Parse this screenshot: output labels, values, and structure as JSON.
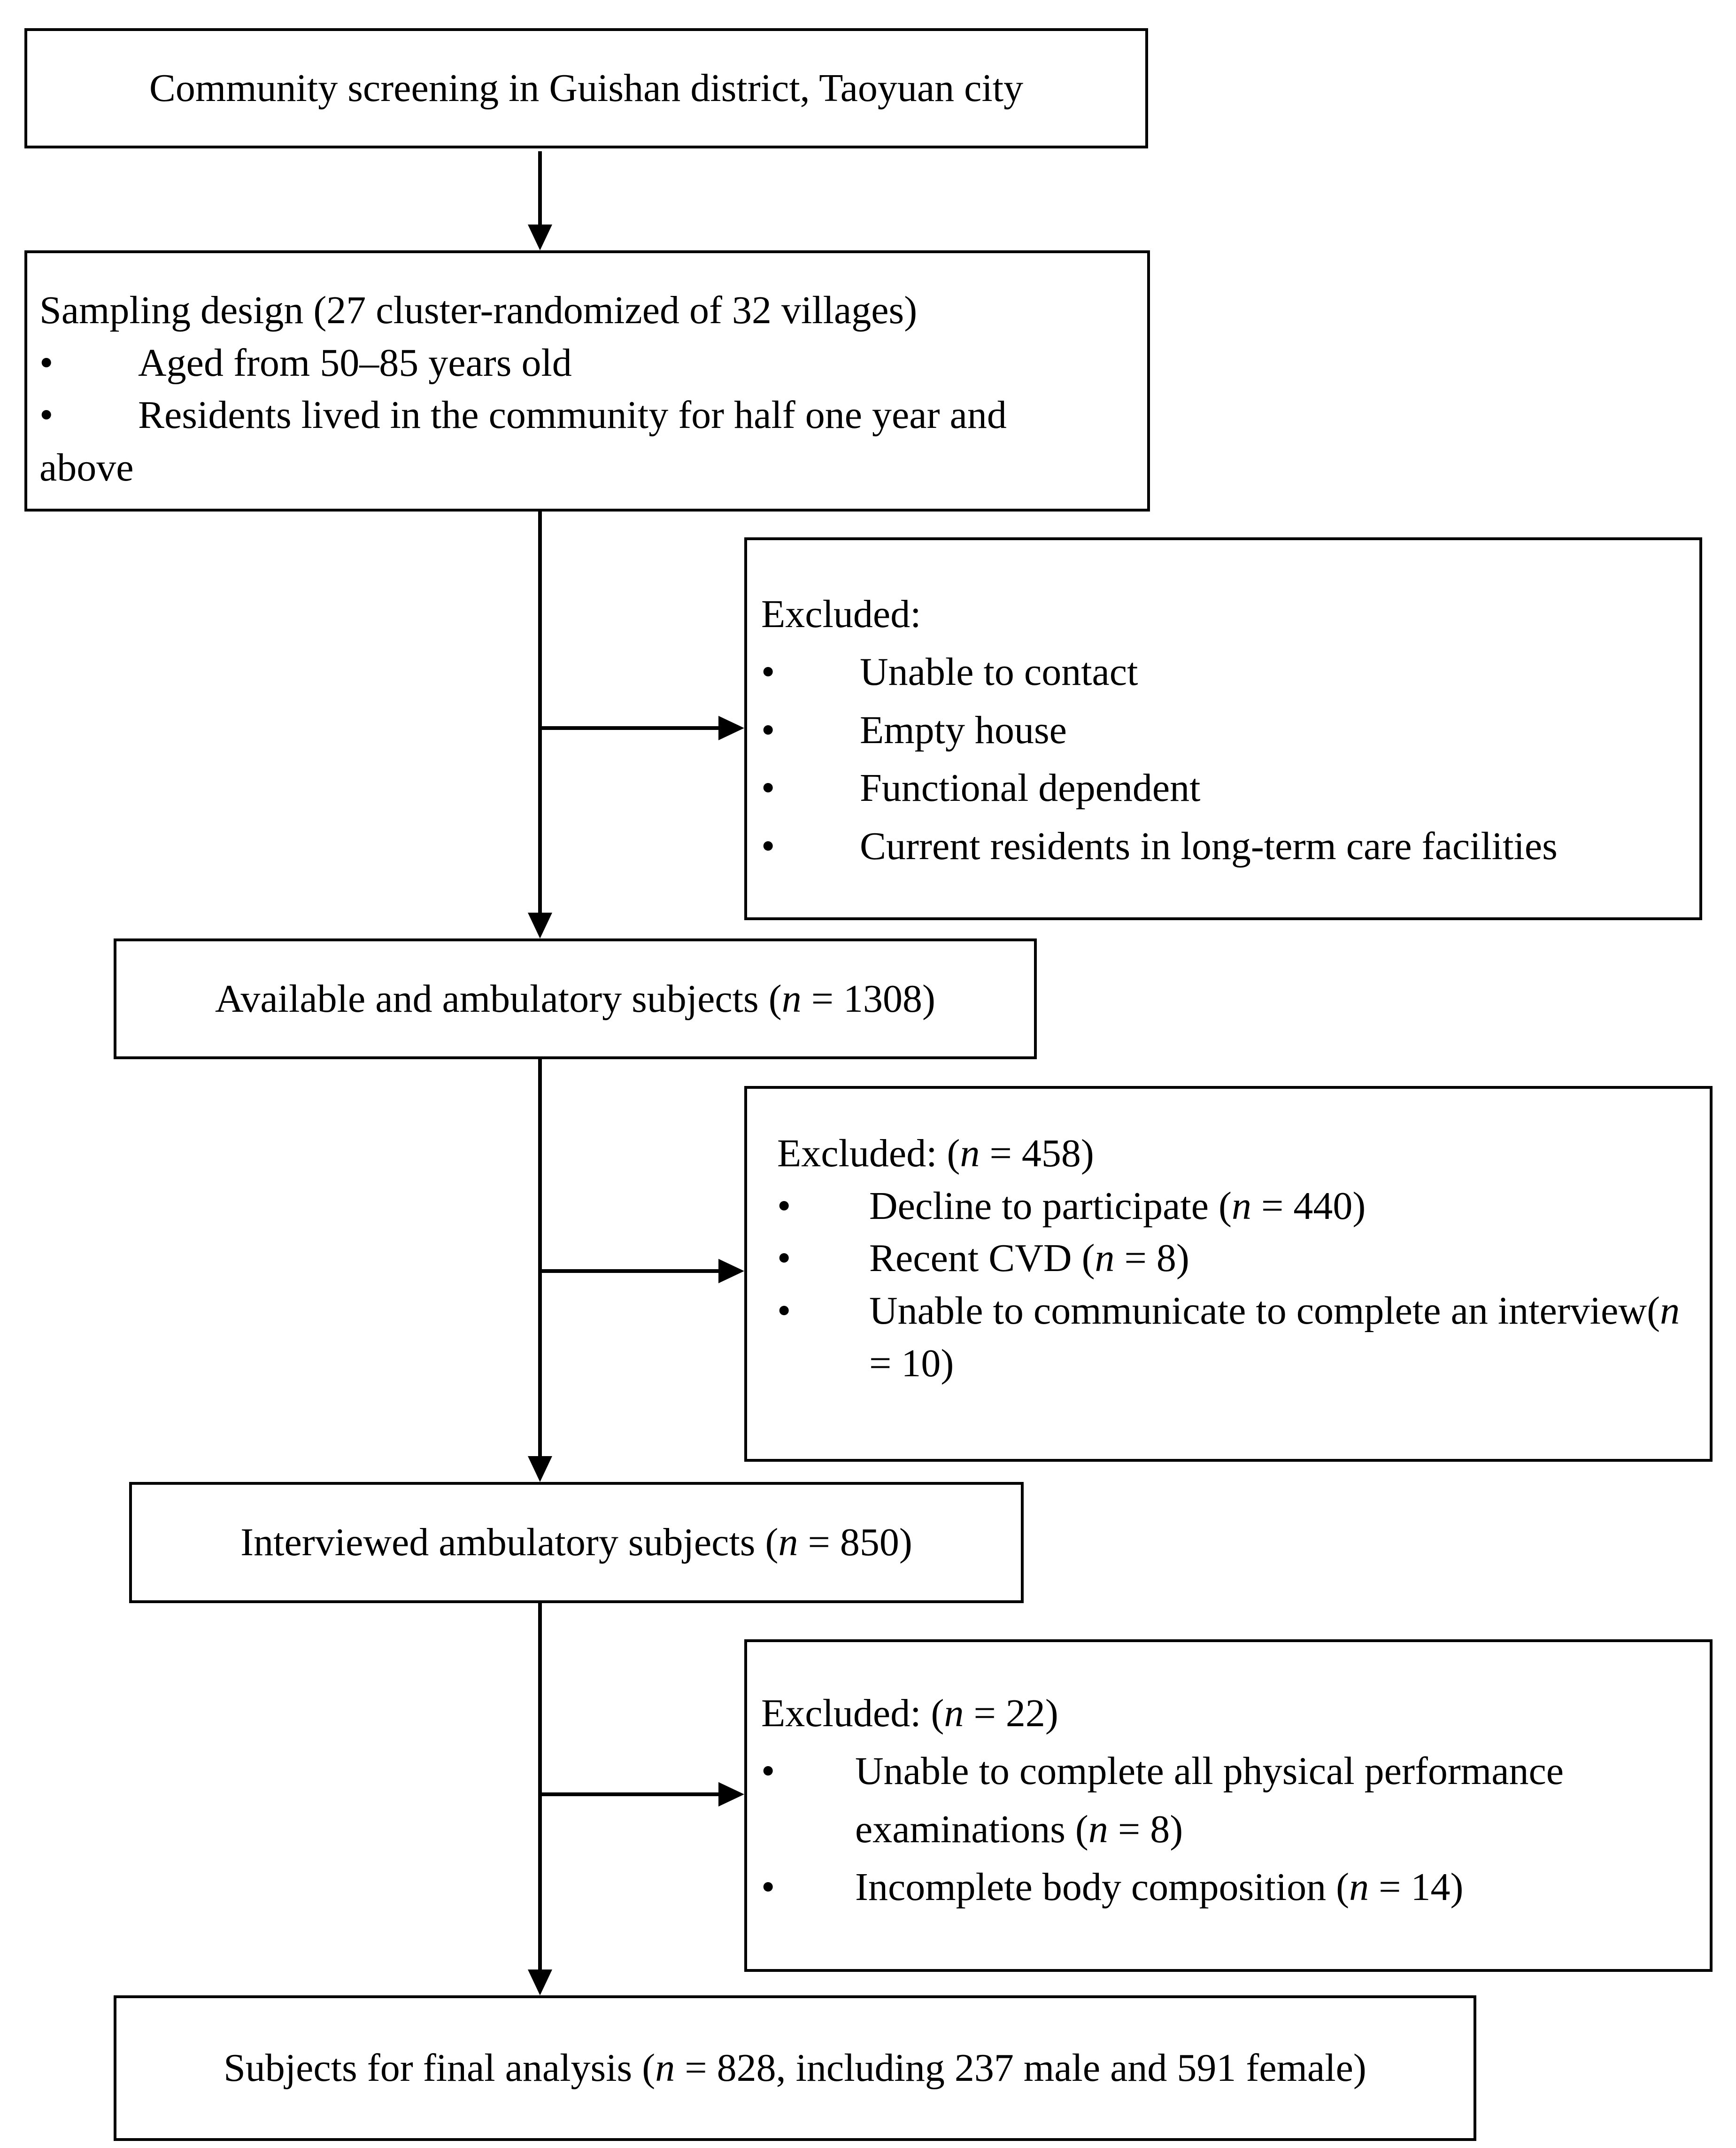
{
  "boxes": {
    "community": {
      "text": "Community screening in Guishan district, Taoyuan city"
    },
    "sampling": {
      "title": "Sampling design (27 cluster-randomized of 32 villages)",
      "bullets": [
        "Aged from 50–85 years old",
        "Residents lived in the community for half one year and"
      ],
      "continuation": "above"
    },
    "excluded_1": {
      "title": "Excluded:",
      "bullets": [
        "Unable to contact",
        "Empty house",
        "Functional dependent",
        "Current residents in long-term care facilities"
      ]
    },
    "available": {
      "text_before": "Available and ambulatory subjects (",
      "n_symbol": "n",
      "text_after": " = 1308)"
    },
    "excluded_2": {
      "title_before": "Excluded: (",
      "n_symbol": "n",
      "title_after": " = 458)",
      "bullets": [
        {
          "before": "Decline to participate (",
          "after": " = 440)"
        },
        {
          "before": "Recent CVD (",
          "after": " = 8)"
        },
        {
          "before": "Unable to communicate to complete an interview(",
          "after": " = 10)"
        }
      ]
    },
    "interviewed": {
      "text_before": "Interviewed ambulatory subjects (",
      "n_symbol": "n",
      "text_after": " = 850)"
    },
    "excluded_3": {
      "title_before": "Excluded: (",
      "n_symbol": "n",
      "title_after": " = 22)",
      "bullets": [
        {
          "before": "Unable to complete all physical performance examinations (",
          "after": " = 8)"
        },
        {
          "before": "Incomplete body composition (",
          "after": " = 14)"
        }
      ]
    },
    "final": {
      "text_before": "Subjects for final analysis (",
      "n_symbol": "n",
      "text_after": " = 828, including 237 male and 591 female)"
    }
  },
  "bullet_char": "•"
}
